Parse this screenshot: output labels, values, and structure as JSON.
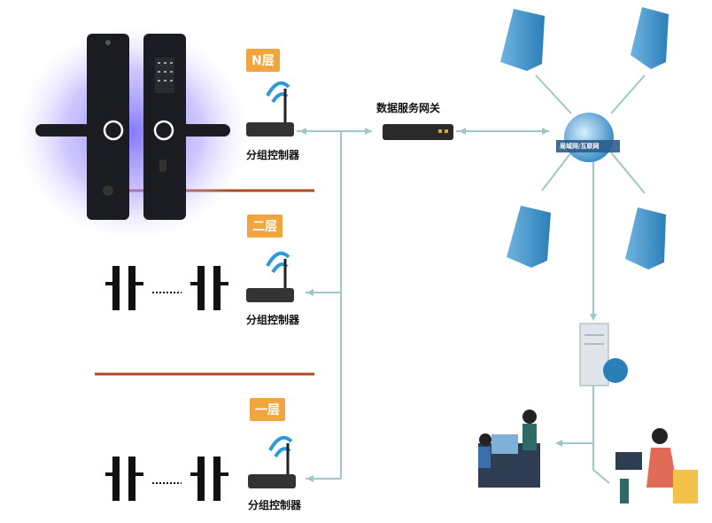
{
  "floors": [
    {
      "label": "N层",
      "controller_label": "分组控制器"
    },
    {
      "label": "二层",
      "controller_label": "分组控制器"
    },
    {
      "label": "一层",
      "controller_label": "分组控制器"
    }
  ],
  "gateway": {
    "label": "数据服务网关"
  },
  "network": {
    "label": "局域网/互联网"
  },
  "colors": {
    "floor_badge": "#f0a63c",
    "divider": "#b24a26",
    "connector": "#9fc7c7",
    "building": "#4a9fd0"
  }
}
